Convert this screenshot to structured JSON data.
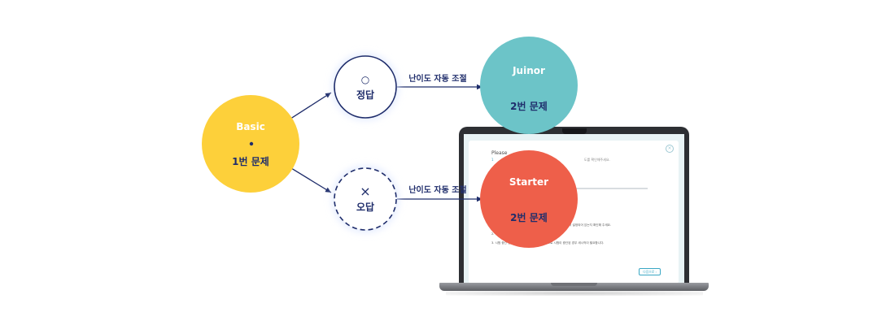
{
  "colors": {
    "basic": "#fdd03a",
    "junior": "#6cc4c8",
    "starter": "#ee5f4a",
    "navy": "#1f2d6b",
    "node_fill": "#ffffff",
    "white_text": "#ffffff"
  },
  "nodes": {
    "basic": {
      "title": "Basic",
      "subtitle": "1번 문제"
    },
    "correct": {
      "symbol": "○",
      "label": "정답"
    },
    "wrong": {
      "symbol": "×",
      "label": "오답"
    },
    "junior": {
      "title": "Juinor",
      "subtitle": "2번 문제"
    },
    "starter": {
      "title": "Starter",
      "subtitle": "2번 문제"
    }
  },
  "edges": {
    "correct_label": "난이도 자동 조절",
    "wrong_label": "난이도 자동 조절"
  },
  "laptop_screen": {
    "title": "Please",
    "subtitle_start": "1",
    "subtitle_end": "도를 확인해주세요.",
    "notes": [
      "정답이 도출되지 않을 경우 스피커가 연결되어 있고 볼륨이 적절히 설정되어 있는지 확인해 주세요.",
      "2. 정답을 선택하면 다음 문항으로 자동 이동합니다.",
      "3. 시험 중간 인터넷 연결 또는 컴퓨터 오류 등으로 시험이 중단된 경우 새시작이 필요합니다."
    ],
    "button": "다음으로 ›"
  }
}
